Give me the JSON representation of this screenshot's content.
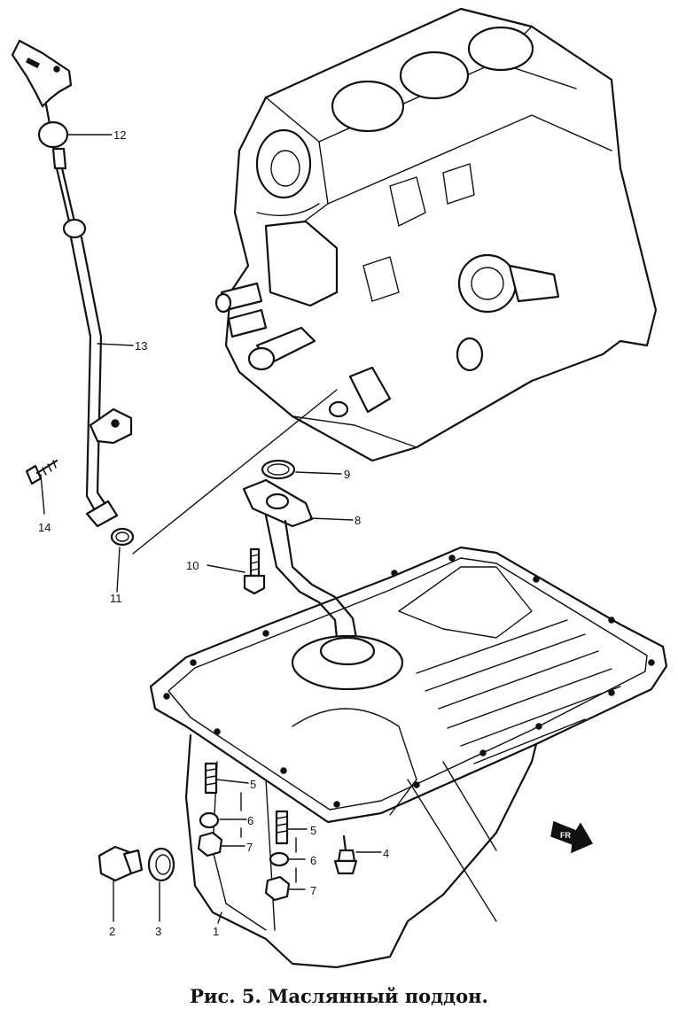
{
  "figure": {
    "caption": "Рис. 5. Маслянный поддон.",
    "callouts": [
      {
        "id": "c1",
        "text": "1"
      },
      {
        "id": "c2",
        "text": "2"
      },
      {
        "id": "c3",
        "text": "3"
      },
      {
        "id": "c4",
        "text": "4"
      },
      {
        "id": "c5a",
        "text": "5"
      },
      {
        "id": "c5b",
        "text": "5"
      },
      {
        "id": "c6a",
        "text": "6"
      },
      {
        "id": "c6b",
        "text": "6"
      },
      {
        "id": "c7a",
        "text": "7"
      },
      {
        "id": "c7b",
        "text": "7"
      },
      {
        "id": "c8",
        "text": "8"
      },
      {
        "id": "c9",
        "text": "9"
      },
      {
        "id": "c10",
        "text": "10"
      },
      {
        "id": "c11",
        "text": "11"
      },
      {
        "id": "c12",
        "text": "12"
      },
      {
        "id": "c13",
        "text": "13"
      },
      {
        "id": "c14",
        "text": "14"
      }
    ],
    "front_marker": "FR"
  }
}
